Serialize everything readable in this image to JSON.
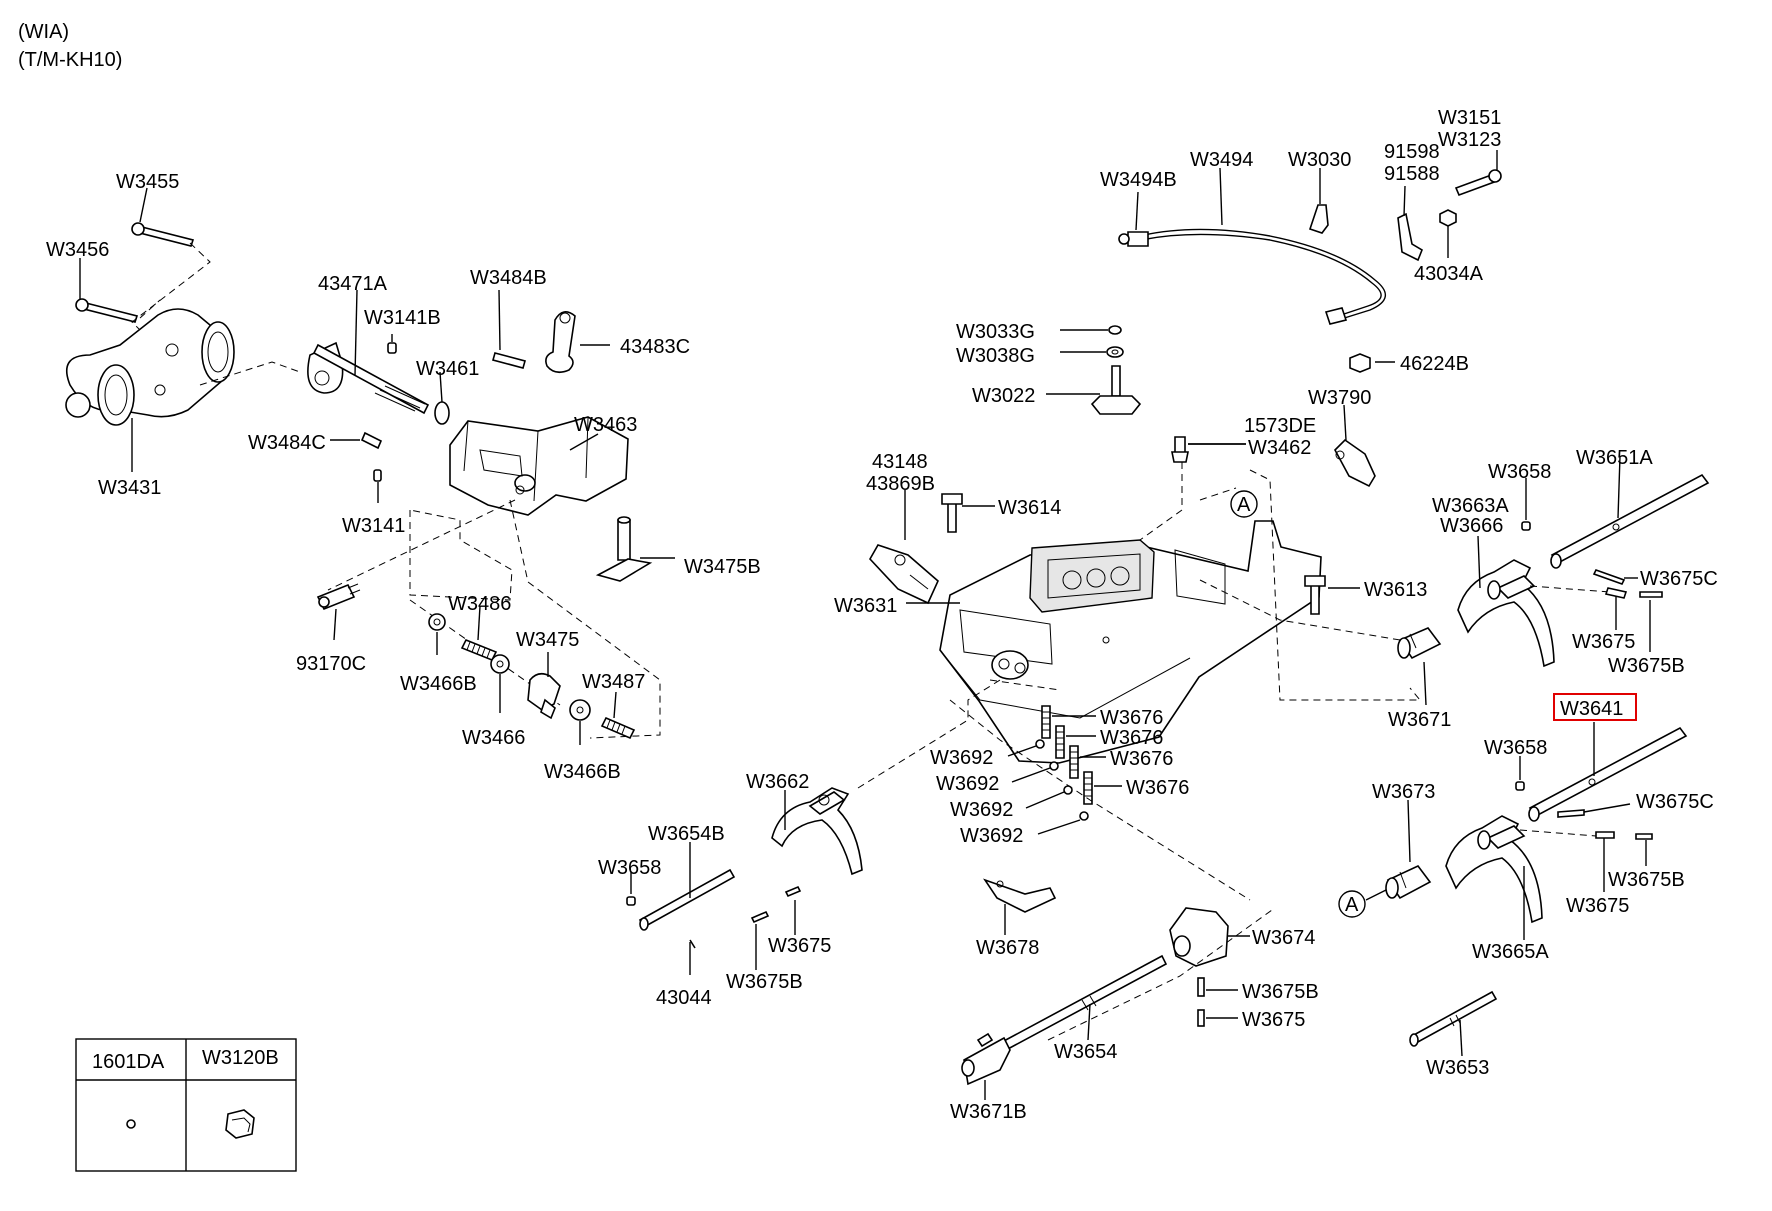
{
  "header": {
    "line1": "(WIA)",
    "line2": "(T/M-KH10)"
  },
  "callouts": {
    "W3455": "W3455",
    "W3456": "W3456",
    "W3431": "W3431",
    "43471A": "43471A",
    "W3141B": "W3141B",
    "W3461": "W3461",
    "W3484B": "W3484B",
    "43483C": "43483C",
    "W3484C": "W3484C",
    "W3141": "W3141",
    "W3463": "W3463",
    "W3475B": "W3475B",
    "93170C": "93170C",
    "W3486": "W3486",
    "W3466B_top": "W3466B",
    "W3475": "W3475",
    "W3466": "W3466",
    "W3487": "W3487",
    "W3466B_bot": "W3466B",
    "W3494B": "W3494B",
    "W3494": "W3494",
    "W3030": "W3030",
    "91598": "91598",
    "91588": "91588",
    "W3151": "W3151",
    "W3123": "W3123",
    "43034A": "43034A",
    "W3033G": "W3033G",
    "W3038G": "W3038G",
    "W3022": "W3022",
    "46224B": "46224B",
    "W3790": "W3790",
    "1573DE": "1573DE",
    "W3462": "W3462",
    "43148": "43148",
    "43869B": "43869B",
    "W3614": "W3614",
    "W3631": "W3631",
    "W3613": "W3613",
    "W3658_a": "W3658",
    "W3651A": "W3651A",
    "W3663A": "W3663A",
    "W3666": "W3666",
    "W3675C_a": "W3675C",
    "W3675_a": "W3675",
    "W3675B_a": "W3675B",
    "W3671": "W3671",
    "W3641": "W3641",
    "W3658_b": "W3658",
    "W3675C_b": "W3675C",
    "W3673": "W3673",
    "W3675B_b": "W3675B",
    "W3675_b": "W3675",
    "W3665A": "W3665A",
    "W3653": "W3653",
    "W3676_1": "W3676",
    "W3676_2": "W3676",
    "W3676_3": "W3676",
    "W3676_4": "W3676",
    "W3692_1": "W3692",
    "W3692_2": "W3692",
    "W3692_3": "W3692",
    "W3692_4": "W3692",
    "W3662": "W3662",
    "W3654B": "W3654B",
    "W3658_c": "W3658",
    "W3675_c": "W3675",
    "W3675B_c": "W3675B",
    "43044": "43044",
    "W3678": "W3678",
    "W3674": "W3674",
    "W3675B_d": "W3675B",
    "W3675_d": "W3675",
    "W3654": "W3654",
    "W3671B": "W3671B",
    "A_ref": "A"
  },
  "legend_table": {
    "col1_header": "1601DA",
    "col2_header": "W3120B"
  },
  "highlighted_callout": "W3641",
  "highlight_color": "#e00000"
}
